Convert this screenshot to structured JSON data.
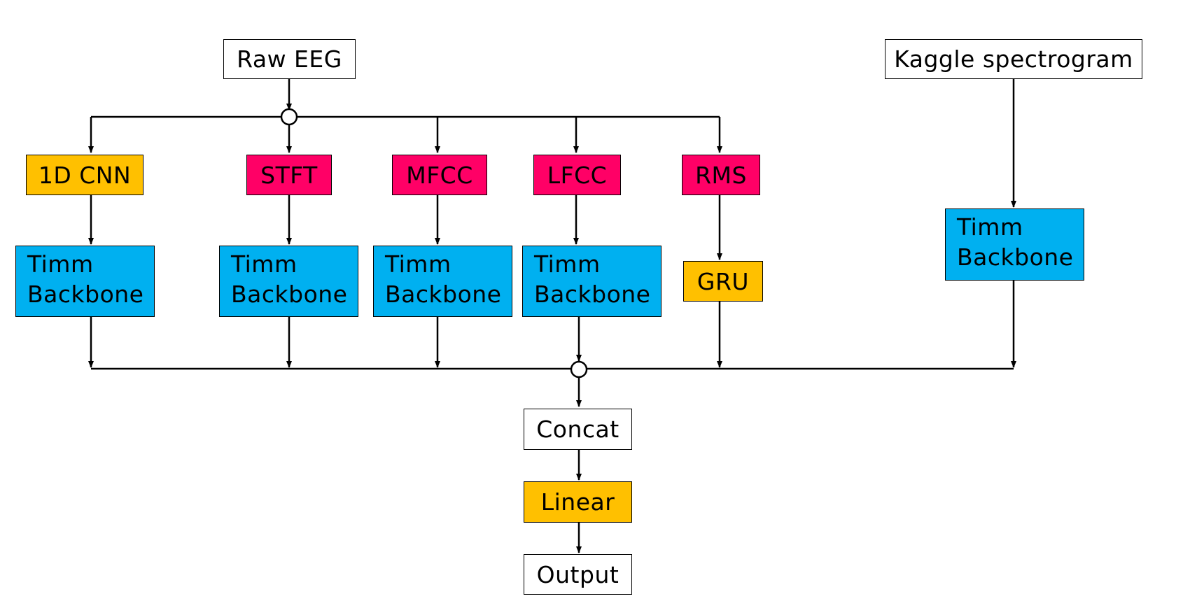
{
  "colors": {
    "white": "#ffffff",
    "orange": "#ffc000",
    "pink": "#ff0066",
    "blue": "#00b0f0",
    "line": "#000000"
  },
  "nodes": {
    "raw_eeg": "Raw EEG",
    "kaggle_spectrogram": "Kaggle spectrogram",
    "cnn_1d": "1D CNN",
    "stft": "STFT",
    "mfcc": "MFCC",
    "lfcc": "LFCC",
    "rms": "RMS",
    "gru": "GRU",
    "concat": "Concat",
    "linear": "Linear",
    "output": "Output",
    "backbone_line1": "Timm",
    "backbone_line2": "Backbone"
  }
}
